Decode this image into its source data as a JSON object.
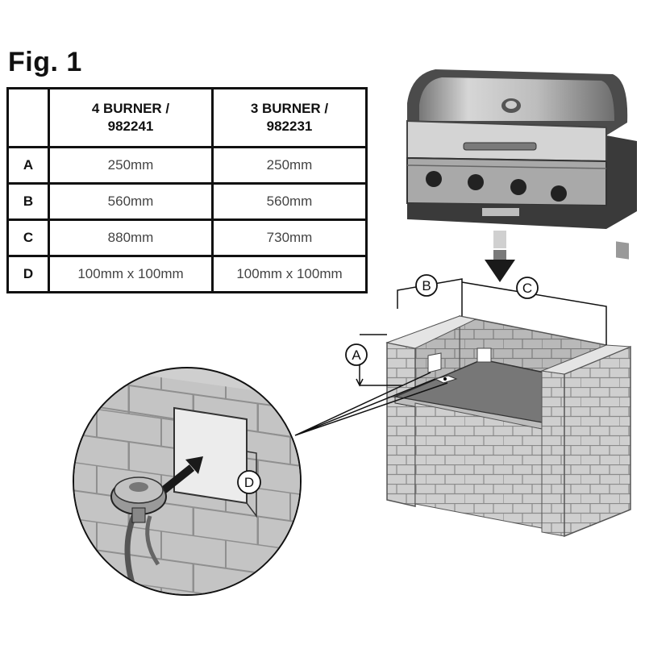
{
  "figure": {
    "title": "Fig. 1"
  },
  "table": {
    "headers": [
      "",
      "4 BURNER /\n982241",
      "3 BURNER /\n982231"
    ],
    "header_lines": [
      [
        "4 BURNER /",
        "982241"
      ],
      [
        "3 BURNER /",
        "982231"
      ]
    ],
    "rows": [
      {
        "label": "A",
        "burner4": "250mm",
        "burner3": "250mm"
      },
      {
        "label": "B",
        "burner4": "560mm",
        "burner3": "560mm"
      },
      {
        "label": "C",
        "burner4": "880mm",
        "burner3": "730mm"
      },
      {
        "label": "D",
        "burner4": "100mm x 100mm",
        "burner3": "100mm x 100mm"
      }
    ]
  },
  "callouts": {
    "a": "A",
    "b": "B",
    "c": "C",
    "d": "D"
  },
  "icons": [
    "grill-icon",
    "arrow-down-icon",
    "gas-regulator-icon"
  ]
}
